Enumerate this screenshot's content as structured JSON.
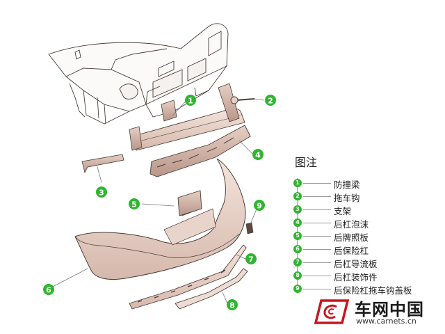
{
  "legend": {
    "title": "图注",
    "items": [
      {
        "num": "1",
        "label": "防撞梁"
      },
      {
        "num": "2",
        "label": "拖车钩"
      },
      {
        "num": "3",
        "label": "支架"
      },
      {
        "num": "4",
        "label": "后杠泡沫"
      },
      {
        "num": "5",
        "label": "后牌照板"
      },
      {
        "num": "6",
        "label": "后保险杠"
      },
      {
        "num": "7",
        "label": "后杠导流板"
      },
      {
        "num": "8",
        "label": "后杠装饰件"
      },
      {
        "num": "9",
        "label": "后保险杠拖车钩盖板"
      }
    ]
  },
  "callouts": [
    "1",
    "2",
    "3",
    "4",
    "5",
    "6",
    "7",
    "8",
    "9"
  ],
  "logo": {
    "name": "车网中国",
    "url": "www.carnets.cn"
  },
  "colors": {
    "callout": "#2fb52f",
    "part_fill": "#ecd9d0",
    "part_shade": "#d9bdb2",
    "outline": "#4a3b36"
  }
}
